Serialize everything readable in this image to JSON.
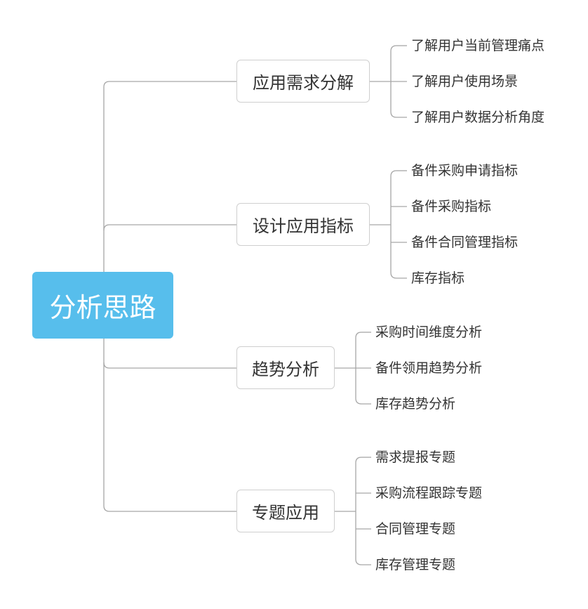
{
  "root": {
    "label": "分析思路"
  },
  "branches": [
    {
      "label": "应用需求分解",
      "children": [
        "了解用户当前管理痛点",
        "了解用户使用场景",
        "了解用户数据分析角度"
      ]
    },
    {
      "label": "设计应用指标",
      "children": [
        "备件采购申请指标",
        "备件采购指标",
        "备件合同管理指标",
        "库存指标"
      ]
    },
    {
      "label": "趋势分析",
      "children": [
        "采购时间维度分析",
        "备件领用趋势分析",
        "库存趋势分析"
      ]
    },
    {
      "label": "专题应用",
      "children": [
        "需求提报专题",
        "采购流程跟踪专题",
        "合同管理专题",
        "库存管理专题"
      ]
    }
  ],
  "colors": {
    "root_fill": "#57BEEC",
    "line": "#a6a6a6",
    "box_border": "#cfcfcf",
    "text": "#333333"
  }
}
